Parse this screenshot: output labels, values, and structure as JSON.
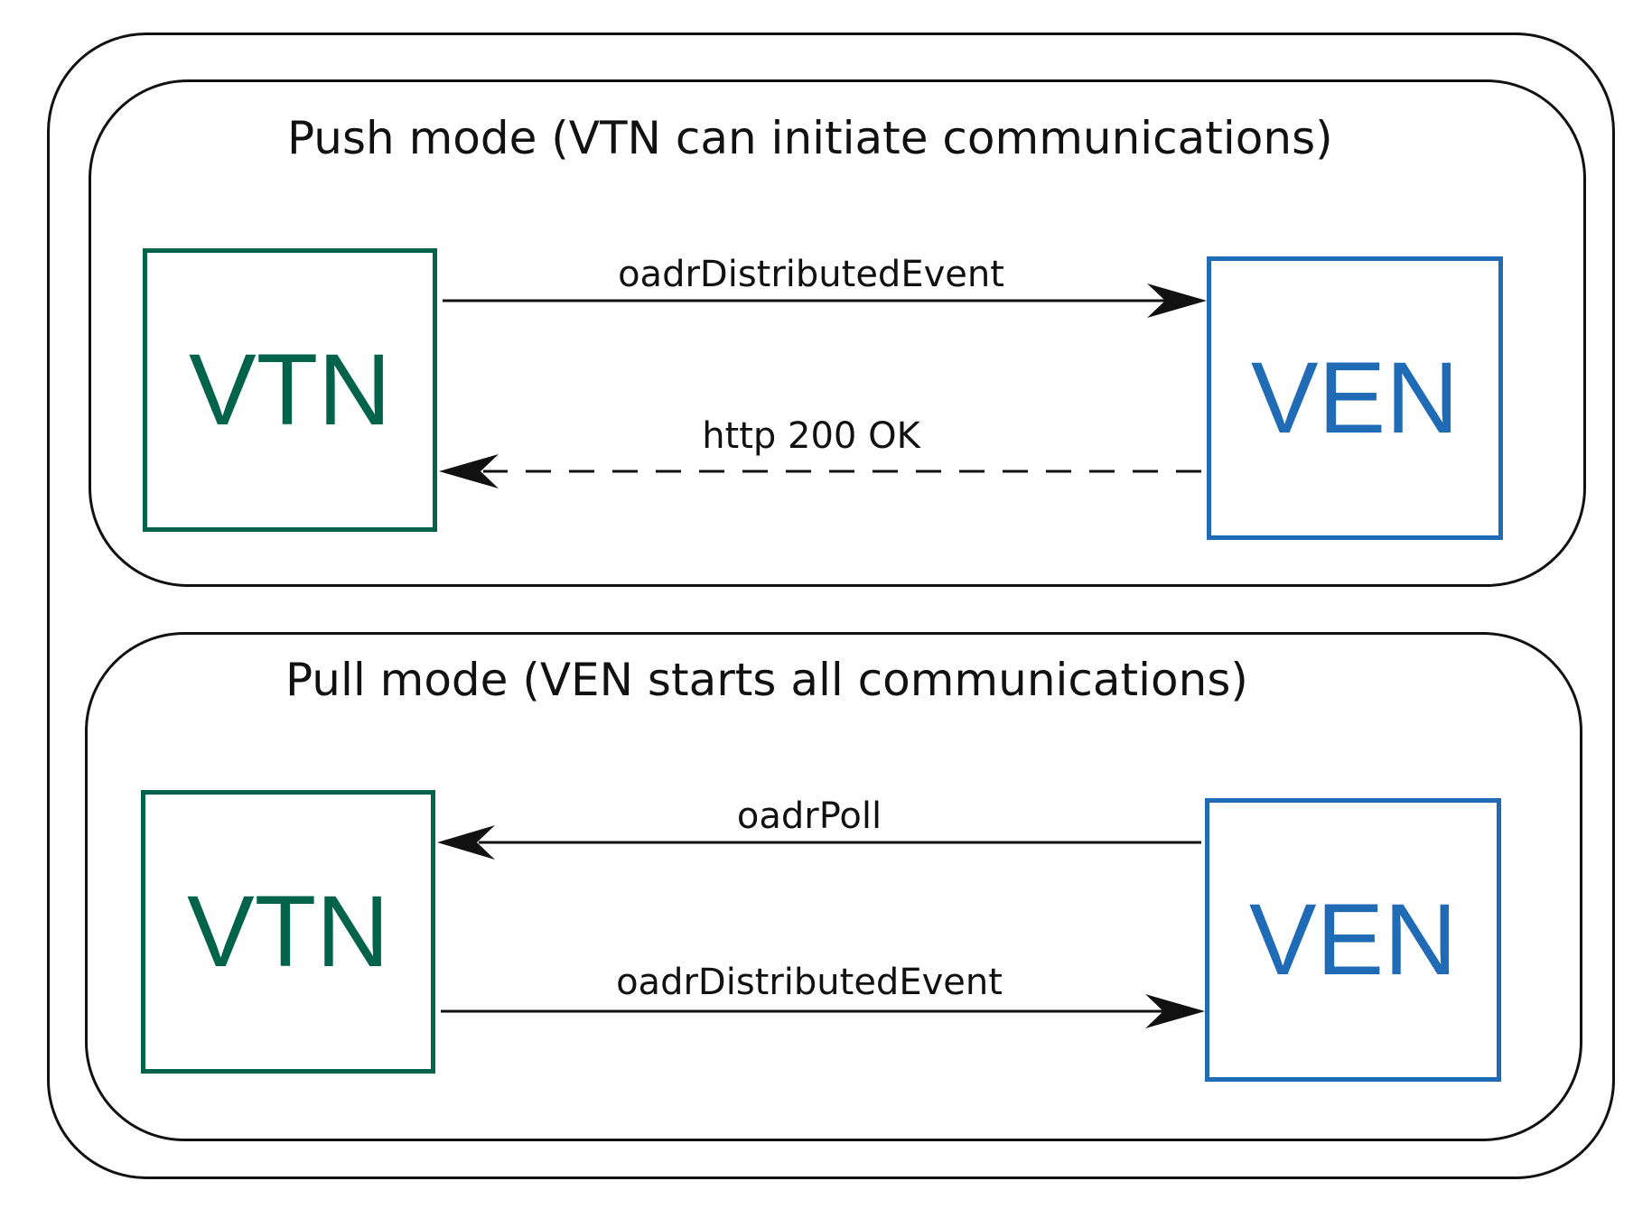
{
  "push_panel": {
    "title": "Push mode (VTN can initiate communications)",
    "vtn_label": "VTN",
    "ven_label": "VEN",
    "messages": [
      {
        "label": "oadrDistributedEvent",
        "from": "VTN",
        "to": "VEN",
        "style": "solid"
      },
      {
        "label": "http 200 OK",
        "from": "VEN",
        "to": "VTN",
        "style": "dashed"
      }
    ]
  },
  "pull_panel": {
    "title": "Pull mode (VEN starts all communications)",
    "vtn_label": "VTN",
    "ven_label": "VEN",
    "messages": [
      {
        "label": "oadrPoll",
        "from": "VEN",
        "to": "VTN",
        "style": "solid"
      },
      {
        "label": "oadrDistributedEvent",
        "from": "VTN",
        "to": "VEN",
        "style": "solid"
      }
    ]
  },
  "colors": {
    "vtn": "#00634a",
    "ven": "#1f6bb5",
    "line": "#111111"
  }
}
